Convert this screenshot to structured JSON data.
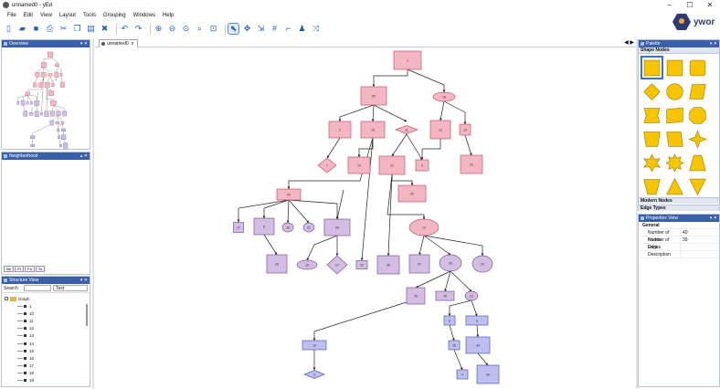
{
  "window": {
    "title": "unnamed0 - yEd",
    "controls": [
      "–",
      "☐",
      "✕"
    ]
  },
  "menu": [
    "File",
    "Edit",
    "View",
    "Layout",
    "Tools",
    "Grouping",
    "Windows",
    "Help"
  ],
  "logo": {
    "text": "ywor"
  },
  "toolbar": [
    {
      "icon": "new-file-icon",
      "glyph": "▯"
    },
    {
      "icon": "open-folder-icon",
      "glyph": "▰"
    },
    {
      "icon": "save-icon",
      "glyph": "■"
    },
    {
      "icon": "print-icon",
      "glyph": "⎙"
    },
    {
      "icon": "cut-icon",
      "glyph": "✂"
    },
    {
      "icon": "copy-icon",
      "glyph": "❐"
    },
    {
      "icon": "paste-icon",
      "glyph": "▤"
    },
    {
      "icon": "delete-icon",
      "glyph": "✖"
    },
    {
      "icon": "undo-icon",
      "glyph": "↶"
    },
    {
      "icon": "redo-icon",
      "glyph": "↷"
    },
    {
      "icon": "zoom-in-icon",
      "glyph": "⊕"
    },
    {
      "icon": "zoom-out-icon",
      "glyph": "⊖"
    },
    {
      "icon": "zoom-original-icon",
      "glyph": "⊙"
    },
    {
      "icon": "zoom-area-icon",
      "glyph": "⌕"
    },
    {
      "icon": "fit-content-icon",
      "glyph": "⊡"
    },
    {
      "icon": "edit-mode-icon",
      "glyph": "⬉"
    },
    {
      "icon": "navigate-icon",
      "glyph": "✥"
    },
    {
      "icon": "snapping-icon",
      "glyph": "⇲"
    },
    {
      "icon": "grid-icon",
      "glyph": "#"
    },
    {
      "icon": "orthogonal-edges-icon",
      "glyph": "⌐"
    },
    {
      "icon": "layout-icon",
      "glyph": "♟"
    },
    {
      "icon": "auto-layout-icon",
      "glyph": "⤨"
    }
  ],
  "panels": {
    "overview": {
      "title": "Overview"
    },
    "neighborhood": {
      "title": "Neighborhood",
      "tabs": [
        "Ne",
        "Pr",
        "Fo",
        "To"
      ]
    },
    "structure": {
      "title": "Structure View",
      "search_label": "Search",
      "search_value": "",
      "filter_value": "Text",
      "root_label": "Graph",
      "items": [
        "1",
        "10",
        "11",
        "12",
        "13",
        "14",
        "15",
        "16",
        "17",
        "18",
        "19"
      ]
    },
    "document_tab": {
      "title": "unnamed0",
      "close": "x"
    },
    "palette": {
      "title": "Palette",
      "section": "Shape Nodes",
      "footer_sections": [
        "Modern Nodes",
        "Edge Types"
      ]
    },
    "properties": {
      "title": "Properties View",
      "section": "General",
      "rows": [
        {
          "key": "Number of Nodes",
          "value": "40"
        },
        {
          "key": "Number of Edges",
          "value": "39"
        },
        {
          "key": "Data",
          "value": ""
        },
        {
          "key": "Description",
          "value": ""
        }
      ]
    }
  },
  "colors": {
    "pink_fill": "#f4b6c2",
    "pink_stroke": "#c2586e",
    "lilac_fill": "#d3bde3",
    "violet_fill": "#bdbff0",
    "palette_yellow": "#f7c400",
    "header_blue": "#3a5fa8"
  },
  "graph": {
    "nodes": [
      {
        "id": "n1",
        "label": "1",
        "color": "pink"
      },
      {
        "id": "n2",
        "label": "25",
        "color": "pink"
      },
      {
        "id": "n3",
        "label": "16",
        "color": "pink"
      },
      {
        "id": "n4",
        "label": "3",
        "color": "pink"
      },
      {
        "id": "n5",
        "label": "18",
        "color": "pink"
      },
      {
        "id": "n6",
        "label": "11",
        "color": "pink"
      },
      {
        "id": "n7",
        "label": "13",
        "color": "pink"
      },
      {
        "id": "n8",
        "label": "14",
        "color": "pink"
      },
      {
        "id": "n9",
        "label": "7",
        "color": "pink"
      },
      {
        "id": "n10",
        "label": "19",
        "color": "pink"
      },
      {
        "id": "n11",
        "label": "22",
        "color": "pink"
      },
      {
        "id": "n12",
        "label": "5",
        "color": "pink"
      },
      {
        "id": "n13",
        "label": "21",
        "color": "pink"
      },
      {
        "id": "n14",
        "label": "20",
        "color": "pink"
      },
      {
        "id": "n15",
        "label": "29",
        "color": "pink"
      },
      {
        "id": "n16",
        "label": "12",
        "color": "pink"
      },
      {
        "id": "n17",
        "label": "27",
        "color": "lilac"
      },
      {
        "id": "n18",
        "label": "6",
        "color": "lilac"
      },
      {
        "id": "n19",
        "label": "38",
        "color": "lilac"
      },
      {
        "id": "n20",
        "label": "31",
        "color": "lilac"
      },
      {
        "id": "n21",
        "label": "28",
        "color": "lilac"
      },
      {
        "id": "n22",
        "label": "33",
        "color": "lilac"
      },
      {
        "id": "n23",
        "label": "15",
        "color": "lilac"
      },
      {
        "id": "n24",
        "label": "17",
        "color": "lilac"
      },
      {
        "id": "n25",
        "label": "32",
        "color": "lilac"
      },
      {
        "id": "n26",
        "label": "36",
        "color": "lilac"
      },
      {
        "id": "n27",
        "label": "37",
        "color": "lilac"
      },
      {
        "id": "n28",
        "label": "39",
        "color": "lilac"
      },
      {
        "id": "n29",
        "label": "24",
        "color": "lilac"
      },
      {
        "id": "n30",
        "label": "26",
        "color": "lilac"
      },
      {
        "id": "n31",
        "label": "40",
        "color": "lilac"
      },
      {
        "id": "n32",
        "label": "23",
        "color": "lilac"
      },
      {
        "id": "n33",
        "label": "8",
        "color": "violet"
      },
      {
        "id": "n34",
        "label": "9",
        "color": "violet"
      },
      {
        "id": "n35",
        "label": "10",
        "color": "violet"
      },
      {
        "id": "n36",
        "label": "35",
        "color": "violet"
      },
      {
        "id": "n37",
        "label": "34",
        "color": "violet"
      },
      {
        "id": "n38",
        "label": "2",
        "color": "violet"
      },
      {
        "id": "n39",
        "label": "4",
        "color": "violet"
      },
      {
        "id": "n40",
        "label": "30",
        "color": "violet"
      }
    ]
  }
}
